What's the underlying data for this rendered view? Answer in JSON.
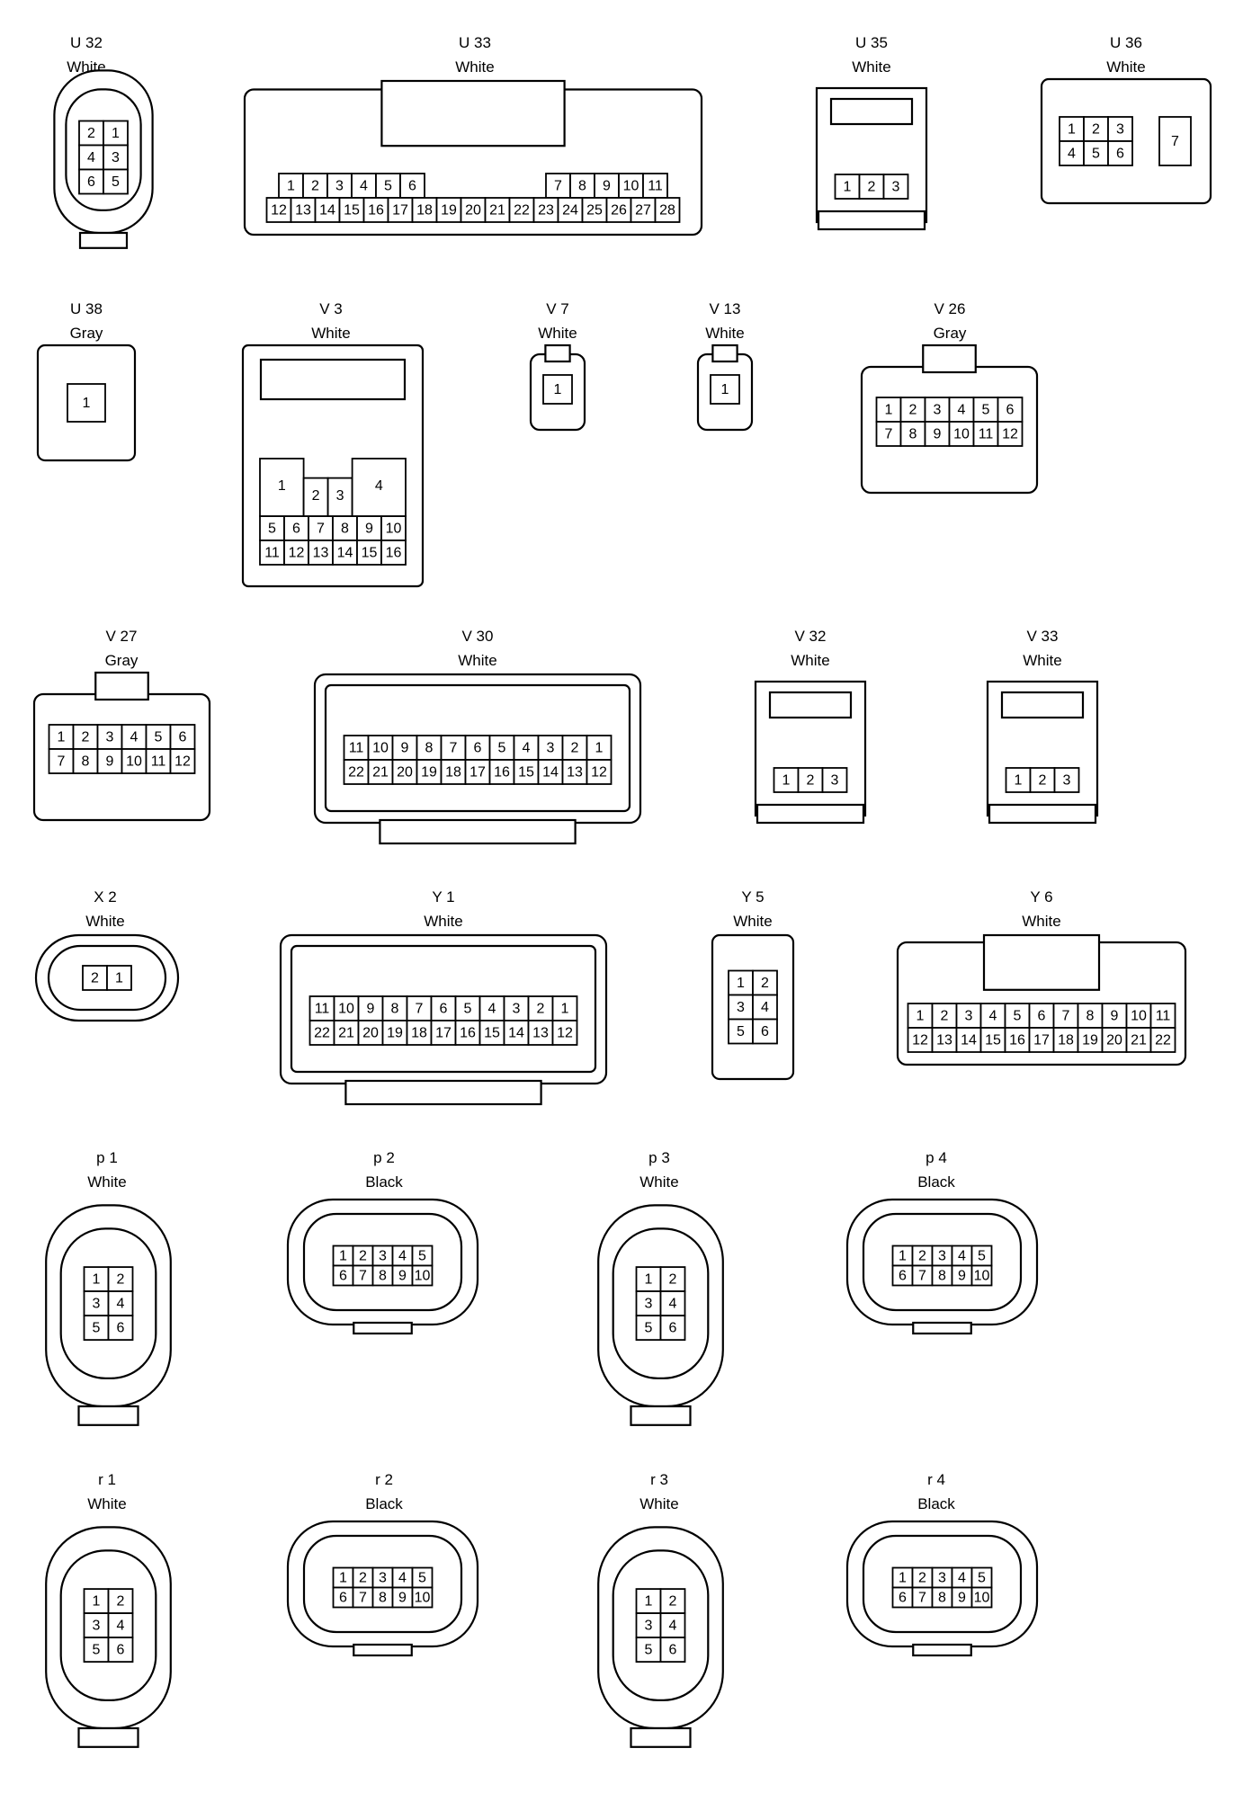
{
  "connectors": [
    {
      "id": "U32",
      "code": "U 32",
      "color": "White",
      "pins": [
        [
          "2",
          "1"
        ],
        [
          "4",
          "3"
        ],
        [
          "6",
          "5"
        ]
      ]
    },
    {
      "id": "U33",
      "code": "U 33",
      "color": "White",
      "pins": [
        [
          "1",
          "2",
          "3",
          "4",
          "5",
          "6",
          "",
          "",
          "",
          "",
          "",
          "7",
          "8",
          "9",
          "10",
          "11"
        ],
        [
          "12",
          "13",
          "14",
          "15",
          "16",
          "17",
          "18",
          "19",
          "20",
          "21",
          "22",
          "23",
          "24",
          "25",
          "26",
          "27",
          "28"
        ]
      ]
    },
    {
      "id": "U35",
      "code": "U 35",
      "color": "White",
      "pins": [
        [
          "1",
          "2",
          "3"
        ]
      ]
    },
    {
      "id": "U36a",
      "code": "U 36",
      "color": "White",
      "pins": [
        [
          "1",
          "2",
          "3"
        ],
        [
          "4",
          "5",
          "6"
        ]
      ],
      "extra": "7"
    },
    {
      "id": "U38",
      "code": "U 38",
      "color": "Gray",
      "pins": [
        [
          "1"
        ]
      ]
    },
    {
      "id": "V3",
      "code": "V 3",
      "color": "White",
      "pins_top": [
        "1",
        "2",
        "3",
        "4"
      ],
      "pins": [
        [
          "5",
          "6",
          "7",
          "8",
          "9",
          "10"
        ],
        [
          "11",
          "12",
          "13",
          "14",
          "15",
          "16"
        ]
      ]
    },
    {
      "id": "V7",
      "code": "V 7",
      "color": "White",
      "pins": [
        [
          "1"
        ]
      ]
    },
    {
      "id": "V13",
      "code": "V 13",
      "color": "White",
      "pins": [
        [
          "1"
        ]
      ]
    },
    {
      "id": "V26",
      "code": "V 26",
      "color": "Gray",
      "pins": [
        [
          "1",
          "2",
          "3",
          "4",
          "5",
          "6"
        ],
        [
          "7",
          "8",
          "9",
          "10",
          "11",
          "12"
        ]
      ]
    },
    {
      "id": "V27",
      "code": "V 27",
      "color": "Gray",
      "pins": [
        [
          "1",
          "2",
          "3",
          "4",
          "5",
          "6"
        ],
        [
          "7",
          "8",
          "9",
          "10",
          "11",
          "12"
        ]
      ]
    },
    {
      "id": "V30",
      "code": "V 30",
      "color": "White",
      "pins": [
        [
          "11",
          "10",
          "9",
          "8",
          "7",
          "6",
          "5",
          "4",
          "3",
          "2",
          "1"
        ],
        [
          "22",
          "21",
          "20",
          "19",
          "18",
          "17",
          "16",
          "15",
          "14",
          "13",
          "12"
        ]
      ]
    },
    {
      "id": "V32",
      "code": "V 32",
      "color": "White",
      "pins": [
        [
          "1",
          "2",
          "3"
        ]
      ]
    },
    {
      "id": "V33",
      "code": "V 33",
      "color": "White",
      "pins": [
        [
          "1",
          "2",
          "3"
        ]
      ]
    },
    {
      "id": "X2",
      "code": "X 2",
      "color": "White",
      "pins": [
        [
          "2",
          "1"
        ]
      ]
    },
    {
      "id": "Y1",
      "code": "Y 1",
      "color": "White",
      "pins": [
        [
          "11",
          "10",
          "9",
          "8",
          "7",
          "6",
          "5",
          "4",
          "3",
          "2",
          "1"
        ],
        [
          "22",
          "21",
          "20",
          "19",
          "18",
          "17",
          "16",
          "15",
          "14",
          "13",
          "12"
        ]
      ]
    },
    {
      "id": "Y5",
      "code": "Y 5",
      "color": "White",
      "pins": [
        [
          "1",
          "2"
        ],
        [
          "3",
          "4"
        ],
        [
          "5",
          "6"
        ]
      ]
    },
    {
      "id": "Y6",
      "code": "Y 6",
      "color": "White",
      "pins": [
        [
          "1",
          "2",
          "3",
          "4",
          "5",
          "6",
          "7",
          "8",
          "9",
          "10",
          "11"
        ],
        [
          "12",
          "13",
          "14",
          "15",
          "16",
          "17",
          "18",
          "19",
          "20",
          "21",
          "22"
        ]
      ]
    },
    {
      "id": "p1",
      "code": "p 1",
      "color": "White",
      "pins": [
        [
          "1",
          "2"
        ],
        [
          "3",
          "4"
        ],
        [
          "5",
          "6"
        ]
      ]
    },
    {
      "id": "p2",
      "code": "p 2",
      "color": "Black",
      "pins": [
        [
          "1",
          "2",
          "3",
          "4",
          "5"
        ],
        [
          "6",
          "7",
          "8",
          "9",
          "10"
        ]
      ]
    },
    {
      "id": "p3",
      "code": "p 3",
      "color": "White",
      "pins": [
        [
          "1",
          "2"
        ],
        [
          "3",
          "4"
        ],
        [
          "5",
          "6"
        ]
      ]
    },
    {
      "id": "p4",
      "code": "p 4",
      "color": "Black",
      "pins": [
        [
          "1",
          "2",
          "3",
          "4",
          "5"
        ],
        [
          "6",
          "7",
          "8",
          "9",
          "10"
        ]
      ]
    },
    {
      "id": "r1",
      "code": "r 1",
      "color": "White",
      "pins": [
        [
          "1",
          "2"
        ],
        [
          "3",
          "4"
        ],
        [
          "5",
          "6"
        ]
      ]
    },
    {
      "id": "r2",
      "code": "r 2",
      "color": "Black",
      "pins": [
        [
          "1",
          "2",
          "3",
          "4",
          "5"
        ],
        [
          "6",
          "7",
          "8",
          "9",
          "10"
        ]
      ]
    },
    {
      "id": "r3",
      "code": "r 3",
      "color": "White",
      "pins": [
        [
          "1",
          "2"
        ],
        [
          "3",
          "4"
        ],
        [
          "5",
          "6"
        ]
      ]
    },
    {
      "id": "r4",
      "code": "r 4",
      "color": "Black",
      "pins": [
        [
          "1",
          "2",
          "3",
          "4",
          "5"
        ],
        [
          "6",
          "7",
          "8",
          "9",
          "10"
        ]
      ]
    }
  ]
}
